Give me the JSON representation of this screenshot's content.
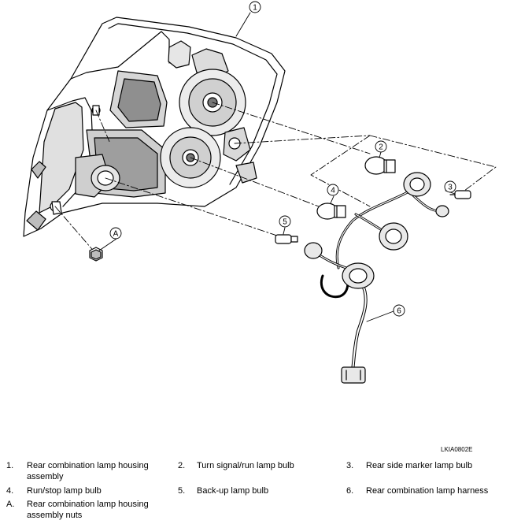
{
  "figure": {
    "reference_code": "LKIA0802E",
    "callouts": [
      "1",
      "2",
      "3",
      "4",
      "5",
      "6",
      "A"
    ]
  },
  "legend": [
    {
      "num": "1.",
      "text": "Rear combination lamp housing assembly"
    },
    {
      "num": "2.",
      "text": "Turn signal/run lamp bulb"
    },
    {
      "num": "3.",
      "text": "Rear side marker lamp bulb"
    },
    {
      "num": "4.",
      "text": "Run/stop lamp bulb"
    },
    {
      "num": "5.",
      "text": "Back-up lamp bulb"
    },
    {
      "num": "6.",
      "text": "Rear combination lamp harness"
    },
    {
      "num": "A.",
      "text": "Rear combination lamp housing assembly nuts"
    }
  ]
}
